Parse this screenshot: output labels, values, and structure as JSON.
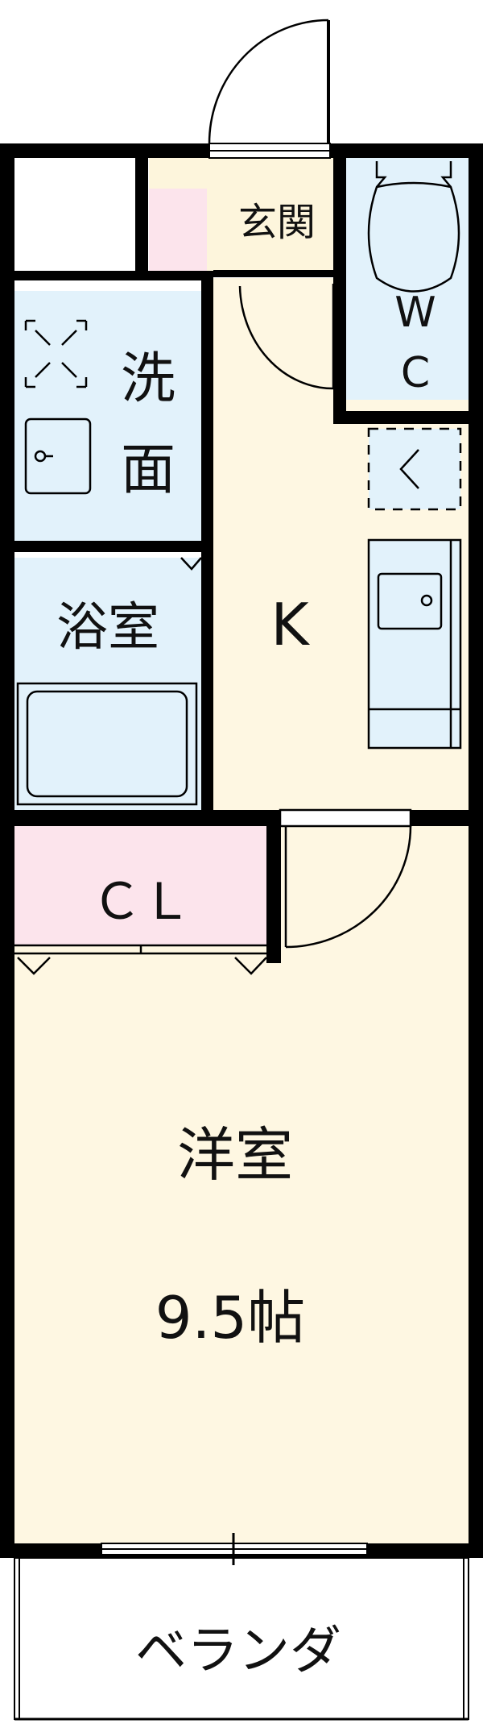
{
  "rooms": {
    "entrance": "玄関",
    "wc_line1": "W",
    "wc_line2": "C",
    "washroom_line1": "洗",
    "washroom_line2": "面",
    "bathroom": "浴室",
    "kitchen": "K",
    "closet": "ＣＬ",
    "western_room": "洋室",
    "western_room_size": "9.5帖",
    "veranda": "ベランダ"
  },
  "colors": {
    "wall": "#000000",
    "entrance_floor": "#FDF5DC",
    "wet_area": "#E2F2FB",
    "closet_shelf": "#FCE4EC",
    "living_floor": "#FEF7E2",
    "veranda": "#FFFFFF"
  }
}
